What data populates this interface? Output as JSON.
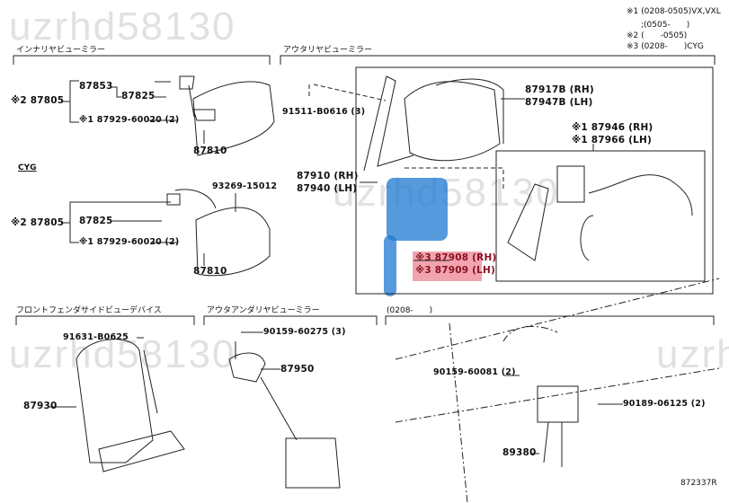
{
  "watermark": "uzrhd58130",
  "notes": [
    "※1 (0208-0505)VX,VXL",
    ";(0505-　　)",
    "※2 (　　-0505)",
    "※3 (0208-　　)CYG"
  ],
  "inner_mirror": {
    "title": "インナリヤビューミラー",
    "cyg_label": "CYG",
    "top": {
      "p1": "87853",
      "p2": "87825",
      "p3": "※2 87805",
      "p4": "※1 87929-60020 (2)",
      "p5": "87810"
    },
    "cyg": {
      "p1": "93269-15012",
      "p2": "※2 87805",
      "p3": "87825",
      "p4": "※1 87929-60020 (2)",
      "p5": "87810"
    }
  },
  "outer_mirror": {
    "title": "アウタリヤビューミラー",
    "bolt": "91511-B0616 (3)",
    "cover_rh": "87917B (RH)",
    "cover_lh": "87947B (LH)",
    "sub_rh": "※1 87946 (RH)",
    "sub_lh": "※1 87966 (LH)",
    "assy_rh": "87910 (RH)",
    "assy_lh": "87940 (LH)",
    "motor_rh": "※3 87908 (RH)",
    "motor_lh": "※3 87909 (LH)"
  },
  "fender": {
    "title": "フロントフェンダサイドビューデバイス",
    "screw": "91631-B0625",
    "mirror": "87930"
  },
  "under": {
    "title": "アウタアンダリヤビューミラー",
    "bolt": "90159-60275 (3)",
    "mirror": "87950"
  },
  "sensor": {
    "title": "(0208-　　)",
    "bolt1": "90159-60081 (2)",
    "bolt2": "90189-06125 (2)",
    "unit": "89380"
  },
  "figure_id": "872337R"
}
